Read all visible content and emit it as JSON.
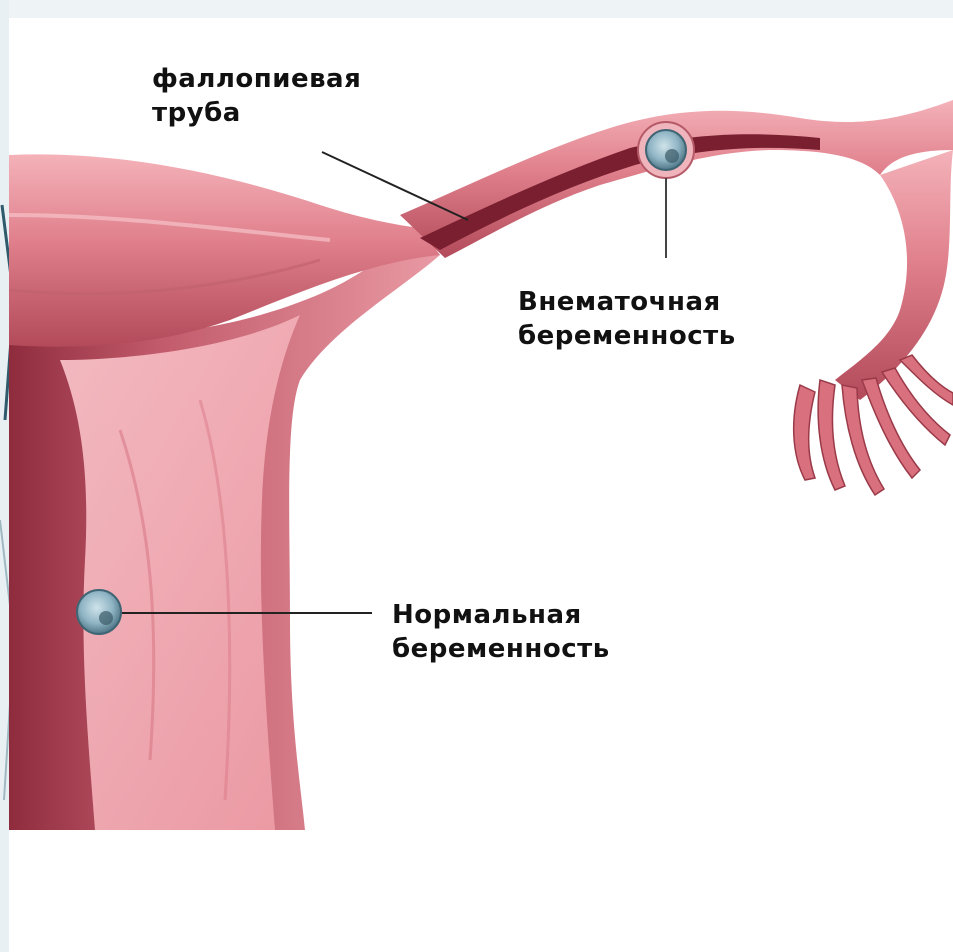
{
  "labels": {
    "fallopian_tube": [
      "фаллопиевая",
      "труба"
    ],
    "ectopic_pregnancy": [
      "Внематочная",
      "беременность"
    ],
    "normal_pregnancy": [
      "Нормальная",
      "беременность"
    ]
  },
  "colors": {
    "tissue_light": "#f2a5ad",
    "tissue_mid": "#e07f8b",
    "tissue_dark": "#a8404f",
    "lumen": "#7a1f30",
    "embryo": "#8fb4c4",
    "leader_line": "#222222",
    "frame": "#2e5a6b"
  }
}
